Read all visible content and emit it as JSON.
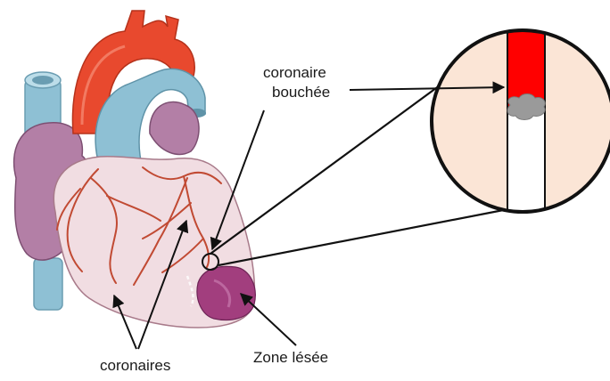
{
  "labels": {
    "blocked_line1": "coronaire",
    "blocked_line2": "bouchée",
    "coronaries": "coronaires",
    "damaged_zone": "Zone lésée"
  },
  "icons": [
    "heart-illustration",
    "aorta",
    "vena-cava",
    "pulmonary-artery",
    "coronary-artery",
    "damaged-tissue",
    "zoom-circle",
    "blood-clot",
    "arrow"
  ],
  "colors": {
    "aorta": "#e8492e",
    "vena_cava": "#8ec0d4",
    "atrium": "#b37fa6",
    "ventricle": "#f1dde2",
    "coronary": "#c14a33",
    "damaged": "#a23e7e",
    "zoom_bg": "#fbe5d6",
    "blood": "#ff0000",
    "clot": "#9a9a9a",
    "outline": "#111111"
  }
}
